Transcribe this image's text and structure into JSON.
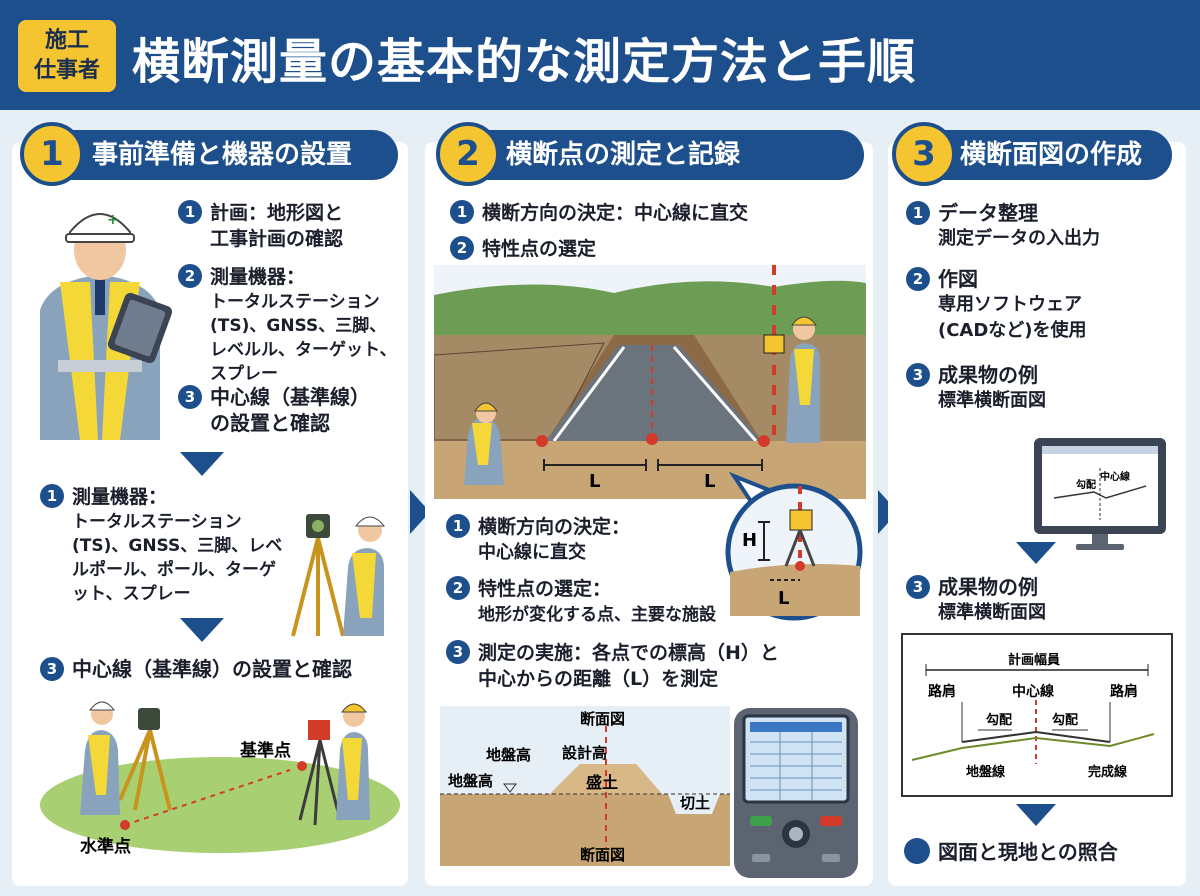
{
  "header": {
    "badge": "施工\n仕事者",
    "title": "横断測量の基本的な測定方法と手順"
  },
  "p1": {
    "num": "1",
    "title": "事前準備と機器の設置",
    "items": [
      {
        "n": "1",
        "head": "計画：地形図と",
        "sub": "工事計画の確認"
      },
      {
        "n": "2",
        "head": "測量機器：",
        "sub": "トータルステーション(TS)、GNSS、三脚、レベルル、ターゲット、スプレー"
      },
      {
        "n": "3",
        "head": "中心線（基準線）",
        "sub": "の設置と確認"
      }
    ],
    "items2": [
      {
        "n": "1",
        "head": "測量機器：",
        "sub": "トータルステーション(TS)、GNSS、三脚、レベルポール、ポール、ターゲット、スプレー"
      },
      {
        "n": "3",
        "head": "中心線（基準線）の設置と確認"
      }
    ],
    "labels": {
      "ref": "基準点",
      "bm": "水準点"
    }
  },
  "p2": {
    "num": "2",
    "title": "横断点の測定と記録",
    "top": [
      {
        "n": "1",
        "text": "横断方向の決定：中心線に直交"
      },
      {
        "n": "2",
        "text": "特性点の選定"
      }
    ],
    "L": "L",
    "H": "H",
    "items": [
      {
        "n": "1",
        "head": "横断方向の決定：",
        "sub": "中心線に直交"
      },
      {
        "n": "2",
        "head": "特性点の選定：",
        "sub": "地形が変化する点、主要な施設"
      },
      {
        "n": "3",
        "head": "測定の実施：各点での標高（H）と",
        "sub": "中心からの距離（L）を測定"
      }
    ],
    "section": {
      "top": "断面図",
      "bottom": "断面図",
      "gl": "地盤高",
      "gl2": "地盤高",
      "design": "設計高",
      "fill": "盛土",
      "cut": "切土"
    }
  },
  "p3": {
    "num": "3",
    "title": "横断面図の作成",
    "items": [
      {
        "n": "1",
        "head": "データ整理",
        "sub": "測定データの入出力"
      },
      {
        "n": "2",
        "head": "作図",
        "sub": "専用ソフトウェア(CADなど)を使用"
      },
      {
        "n": "3",
        "head": "成果物の例",
        "sub": "標準横断面図"
      }
    ],
    "screen": {
      "center": "中心線",
      "slope": "勾配"
    },
    "item4": {
      "n": "3",
      "head": "成果物の例",
      "sub": "標準横断面図"
    },
    "drawing": {
      "width": "計画幅員",
      "shoulderL": "路肩",
      "center": "中心線",
      "shoulderR": "路肩",
      "slopeL": "勾配",
      "slopeR": "勾配",
      "ground": "地盤線",
      "finish": "完成線"
    },
    "final": "図面と現地との照合"
  },
  "colors": {
    "navy": "#1d4f8c",
    "yellow": "#f4c431",
    "accent_red": "#d23a2a"
  }
}
